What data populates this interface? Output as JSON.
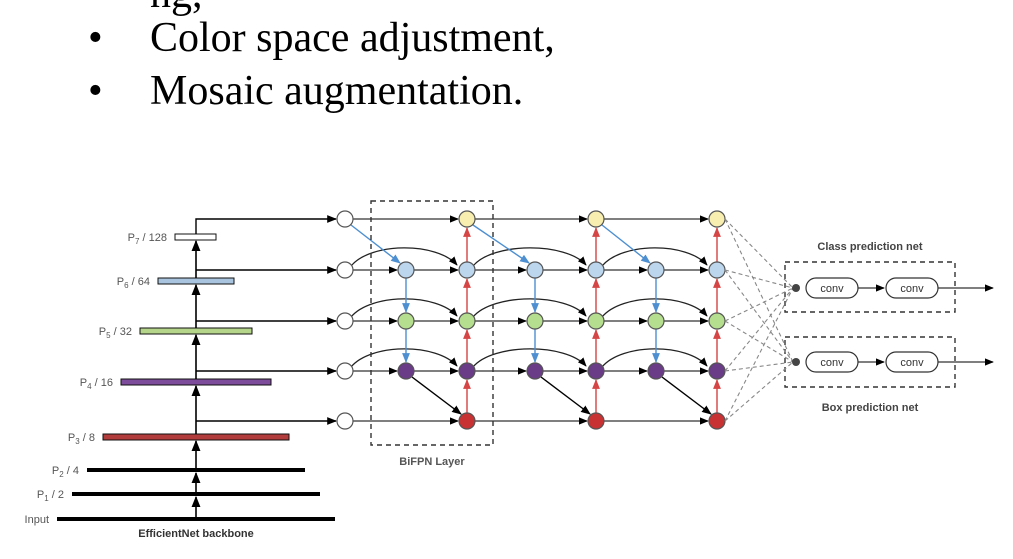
{
  "text": {
    "cut_line": "ng,",
    "bullet_1": "Color space adjustment,",
    "bullet_2": "Mosaic augmentation."
  },
  "backbone": {
    "title": "EfficientNet backbone",
    "levels": [
      {
        "label": "P7 / 128",
        "base": "P",
        "sub": "7",
        "rest": " / 128",
        "color": "#ffffff"
      },
      {
        "label": "P6 / 64",
        "base": "P",
        "sub": "6",
        "rest": " / 64",
        "color": "#a9c4de"
      },
      {
        "label": "P5 / 32",
        "base": "P",
        "sub": "5",
        "rest": " / 32",
        "color": "#b5d68a"
      },
      {
        "label": "P4 / 16",
        "base": "P",
        "sub": "4",
        "rest": " / 16",
        "color": "#7d4c9a"
      },
      {
        "label": "P3 / 8",
        "base": "P",
        "sub": "3",
        "rest": " / 8",
        "color": "#b23b3b"
      },
      {
        "label": "P2 / 4",
        "base": "P",
        "sub": "2",
        "rest": " / 4",
        "color": "#000000"
      },
      {
        "label": "P1 / 2",
        "base": "P",
        "sub": "1",
        "rest": " / 2",
        "color": "#000000"
      },
      {
        "label": "Input",
        "base": "Input",
        "sub": "",
        "rest": "",
        "color": "#000000"
      }
    ]
  },
  "bifpn": {
    "label": "BiFPN Layer",
    "node_colors": [
      "#f7eeb0",
      "#bcd6ee",
      "#b5df8e",
      "#6a3b86",
      "#c83232"
    ],
    "edge_colors": {
      "td": "#4d8fd1",
      "bu": "#d64545",
      "lateral": "#000000"
    }
  },
  "heads": {
    "class_title": "Class prediction net",
    "box_title": "Box prediction net",
    "conv_label": "conv"
  }
}
